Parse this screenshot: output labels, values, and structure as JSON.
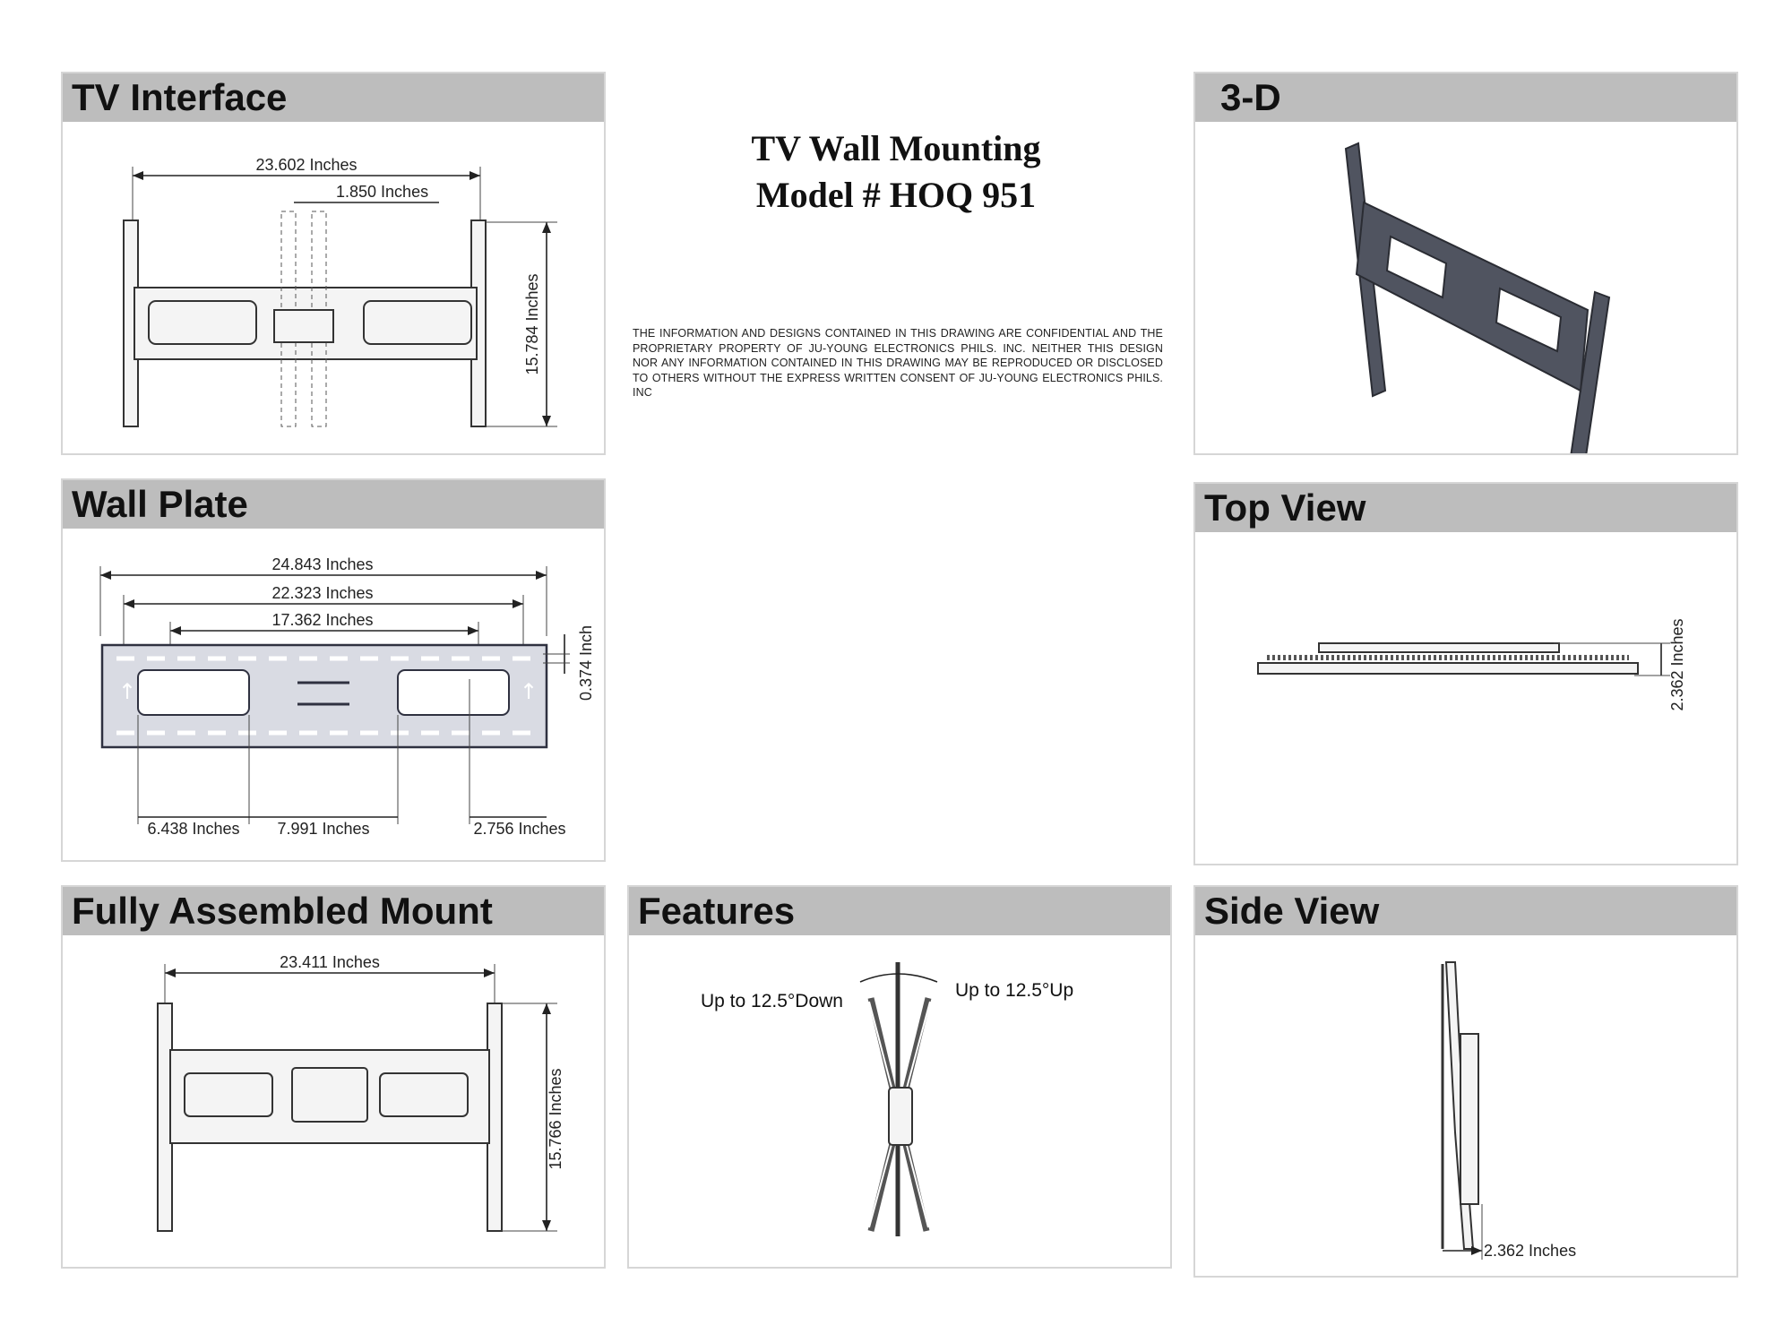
{
  "title": {
    "line1": "TV Wall Mounting",
    "line2": "Model # HOQ 951"
  },
  "disclaimer": "THE INFORMATION AND DESIGNS CONTAINED IN THIS DRAWING ARE CONFIDENTIAL AND THE PROPRIETARY PROPERTY OF JU-YOUNG ELECTRONICS PHILS. INC. NEITHER THIS DESIGN NOR ANY INFORMATION CONTAINED IN THIS DRAWING MAY BE REPRODUCED OR DISCLOSED TO OTHERS WITHOUT THE EXPRESS WRITTEN CONSENT OF JU-YOUNG ELECTRONICS PHILS. INC",
  "panels": {
    "tv_interface": {
      "title": "TV Interface",
      "dims": {
        "width": "23.602 Inches",
        "rail_gap": "1.850 Inches",
        "height": "15.784 Inches"
      }
    },
    "three_d": {
      "title": "3-D"
    },
    "wall_plate": {
      "title": "Wall Plate",
      "dims": {
        "overall": "24.843 Inches",
        "hole_span": "22.323 Inches",
        "inner_span": "17.362 Inches",
        "slot_offset": "0.374 Inch",
        "left_cutout": "6.438 Inches",
        "center_gap": "7.991 Inches",
        "edge": "2.756 Inches"
      }
    },
    "top_view": {
      "title": "Top View",
      "dims": {
        "depth": "2.362 Inches"
      }
    },
    "fully_assembled": {
      "title": "Fully Assembled Mount",
      "dims": {
        "width": "23.411 Inches",
        "height": "15.766 Inches"
      }
    },
    "features": {
      "title": "Features",
      "labels": {
        "down": "Up to 12.5°Down",
        "up": "Up to 12.5°Up"
      }
    },
    "side_view": {
      "title": "Side View",
      "dims": {
        "depth": "2.362 Inches"
      }
    }
  }
}
